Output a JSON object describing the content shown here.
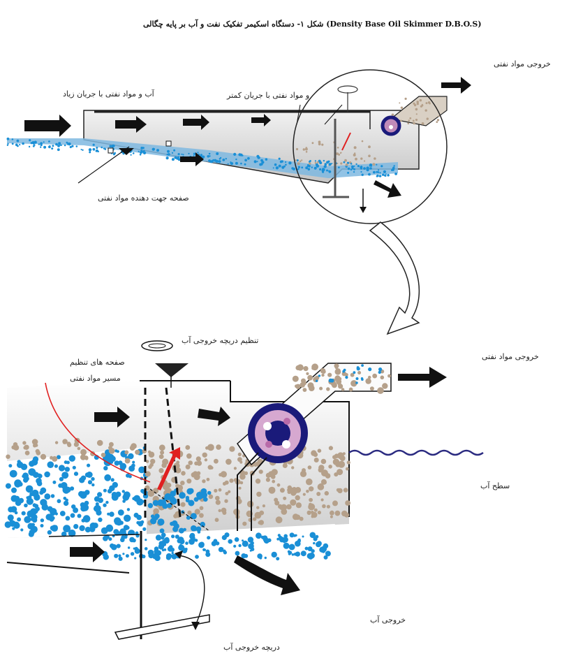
{
  "caption": "شکل ۱- دستگاه اسکیمر تفکیک نفت و آب بر پایه چگالی (Density Base Oil Skimmer  D.B.O.S)",
  "top_view": {
    "label_oil_outlet": "خروجی مواد نفتی",
    "label_water_oil_high_flow": "آب و مواد نفتی با جریان زیاد",
    "label_oil_low_flow": "و مواد نفتی با جریان کمتر",
    "label_guide_plate": "صفحه جهت دهنده مواد نفتی"
  },
  "detail_view": {
    "label_outlet_valve_control": "تنظیم دریچه خروجی آب",
    "label_guide_plate_1": "صفحه های تنظیم",
    "label_guide_plate_2": "مسیر مواد نفتی",
    "label_oil_outlet": "خروجی مواد نفتی",
    "label_water_surface": "سطح آب",
    "label_water_outlet": "خروجی آب",
    "label_water_outlet_valve": "دریچه خروجی آب"
  },
  "colors": {
    "water_dot": "#1a8fd6",
    "oil_dot": "#b5a08a",
    "tank_fill": "#c8c8c8",
    "rotor": "#1a1a7a",
    "rotor_inner": "#c08ab8",
    "guide_line": "#e02020",
    "wave": "#2a2a80"
  }
}
